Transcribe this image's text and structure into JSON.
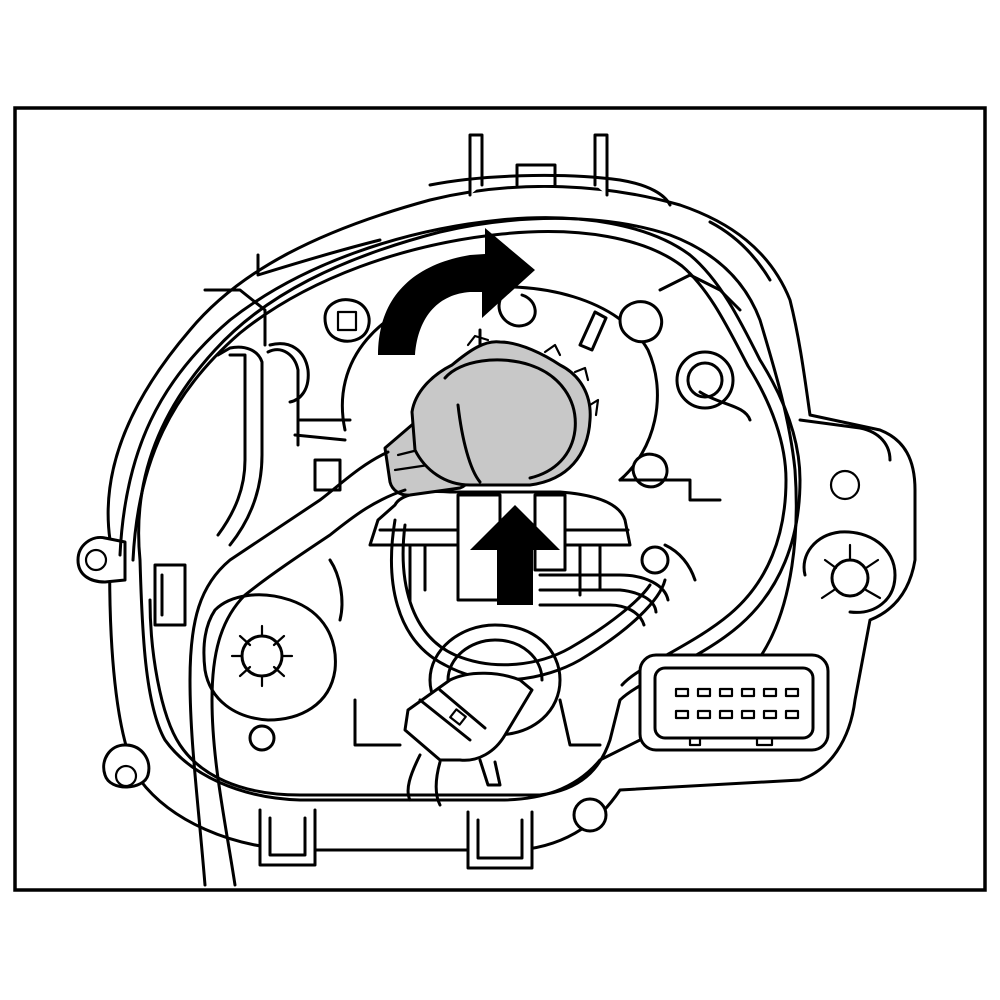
{
  "illustration": {
    "colors": {
      "frame": "#000000",
      "line": "#000000",
      "background": "#ffffff",
      "cap_highlight": "#c8c8c8",
      "arrow": "#000000"
    },
    "icons": [
      "curved-rotate-arrow-icon",
      "straight-up-arrow-icon"
    ],
    "callouts": {
      "rotation_direction": "clockwise",
      "pull_direction": "up"
    },
    "connector_pins": {
      "rows": 2,
      "pins_per_row": 6
    }
  }
}
